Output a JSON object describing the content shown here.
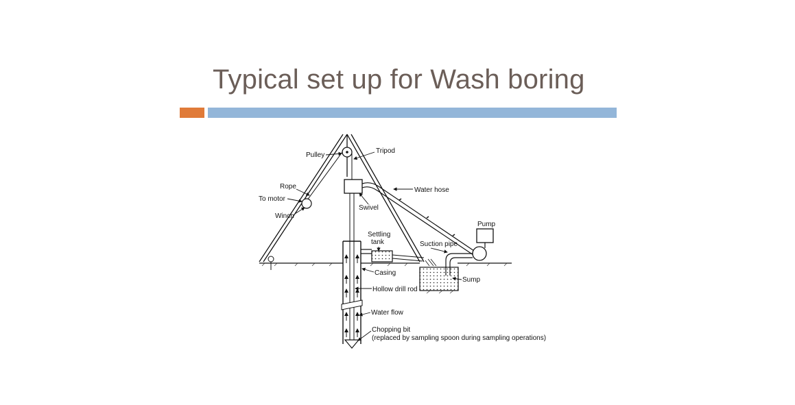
{
  "slide": {
    "title": "Typical set up for Wash boring"
  },
  "colors": {
    "accent_orange": "#e07b39",
    "accent_blue": "#93b6d9",
    "title_text": "#6b5e58"
  },
  "diagram": {
    "labels": {
      "pulley": "Pulley",
      "tripod": "Tripod",
      "rope": "Rope",
      "to_motor": "To motor",
      "winch": "Winch",
      "water_hose": "Water hose",
      "swivel": "Swivel",
      "pump": "Pump",
      "settling": "Settling",
      "tank": "tank",
      "suction_pipe": "Suction pipe",
      "casing": "Casing",
      "sump": "Sump",
      "hollow_drill_rod": "Hollow drill rod",
      "water_flow": "Water flow",
      "chopping_bit": "Chopping bit",
      "chopping_bit_note": "(replaced by sampling spoon during sampling operations)"
    }
  }
}
